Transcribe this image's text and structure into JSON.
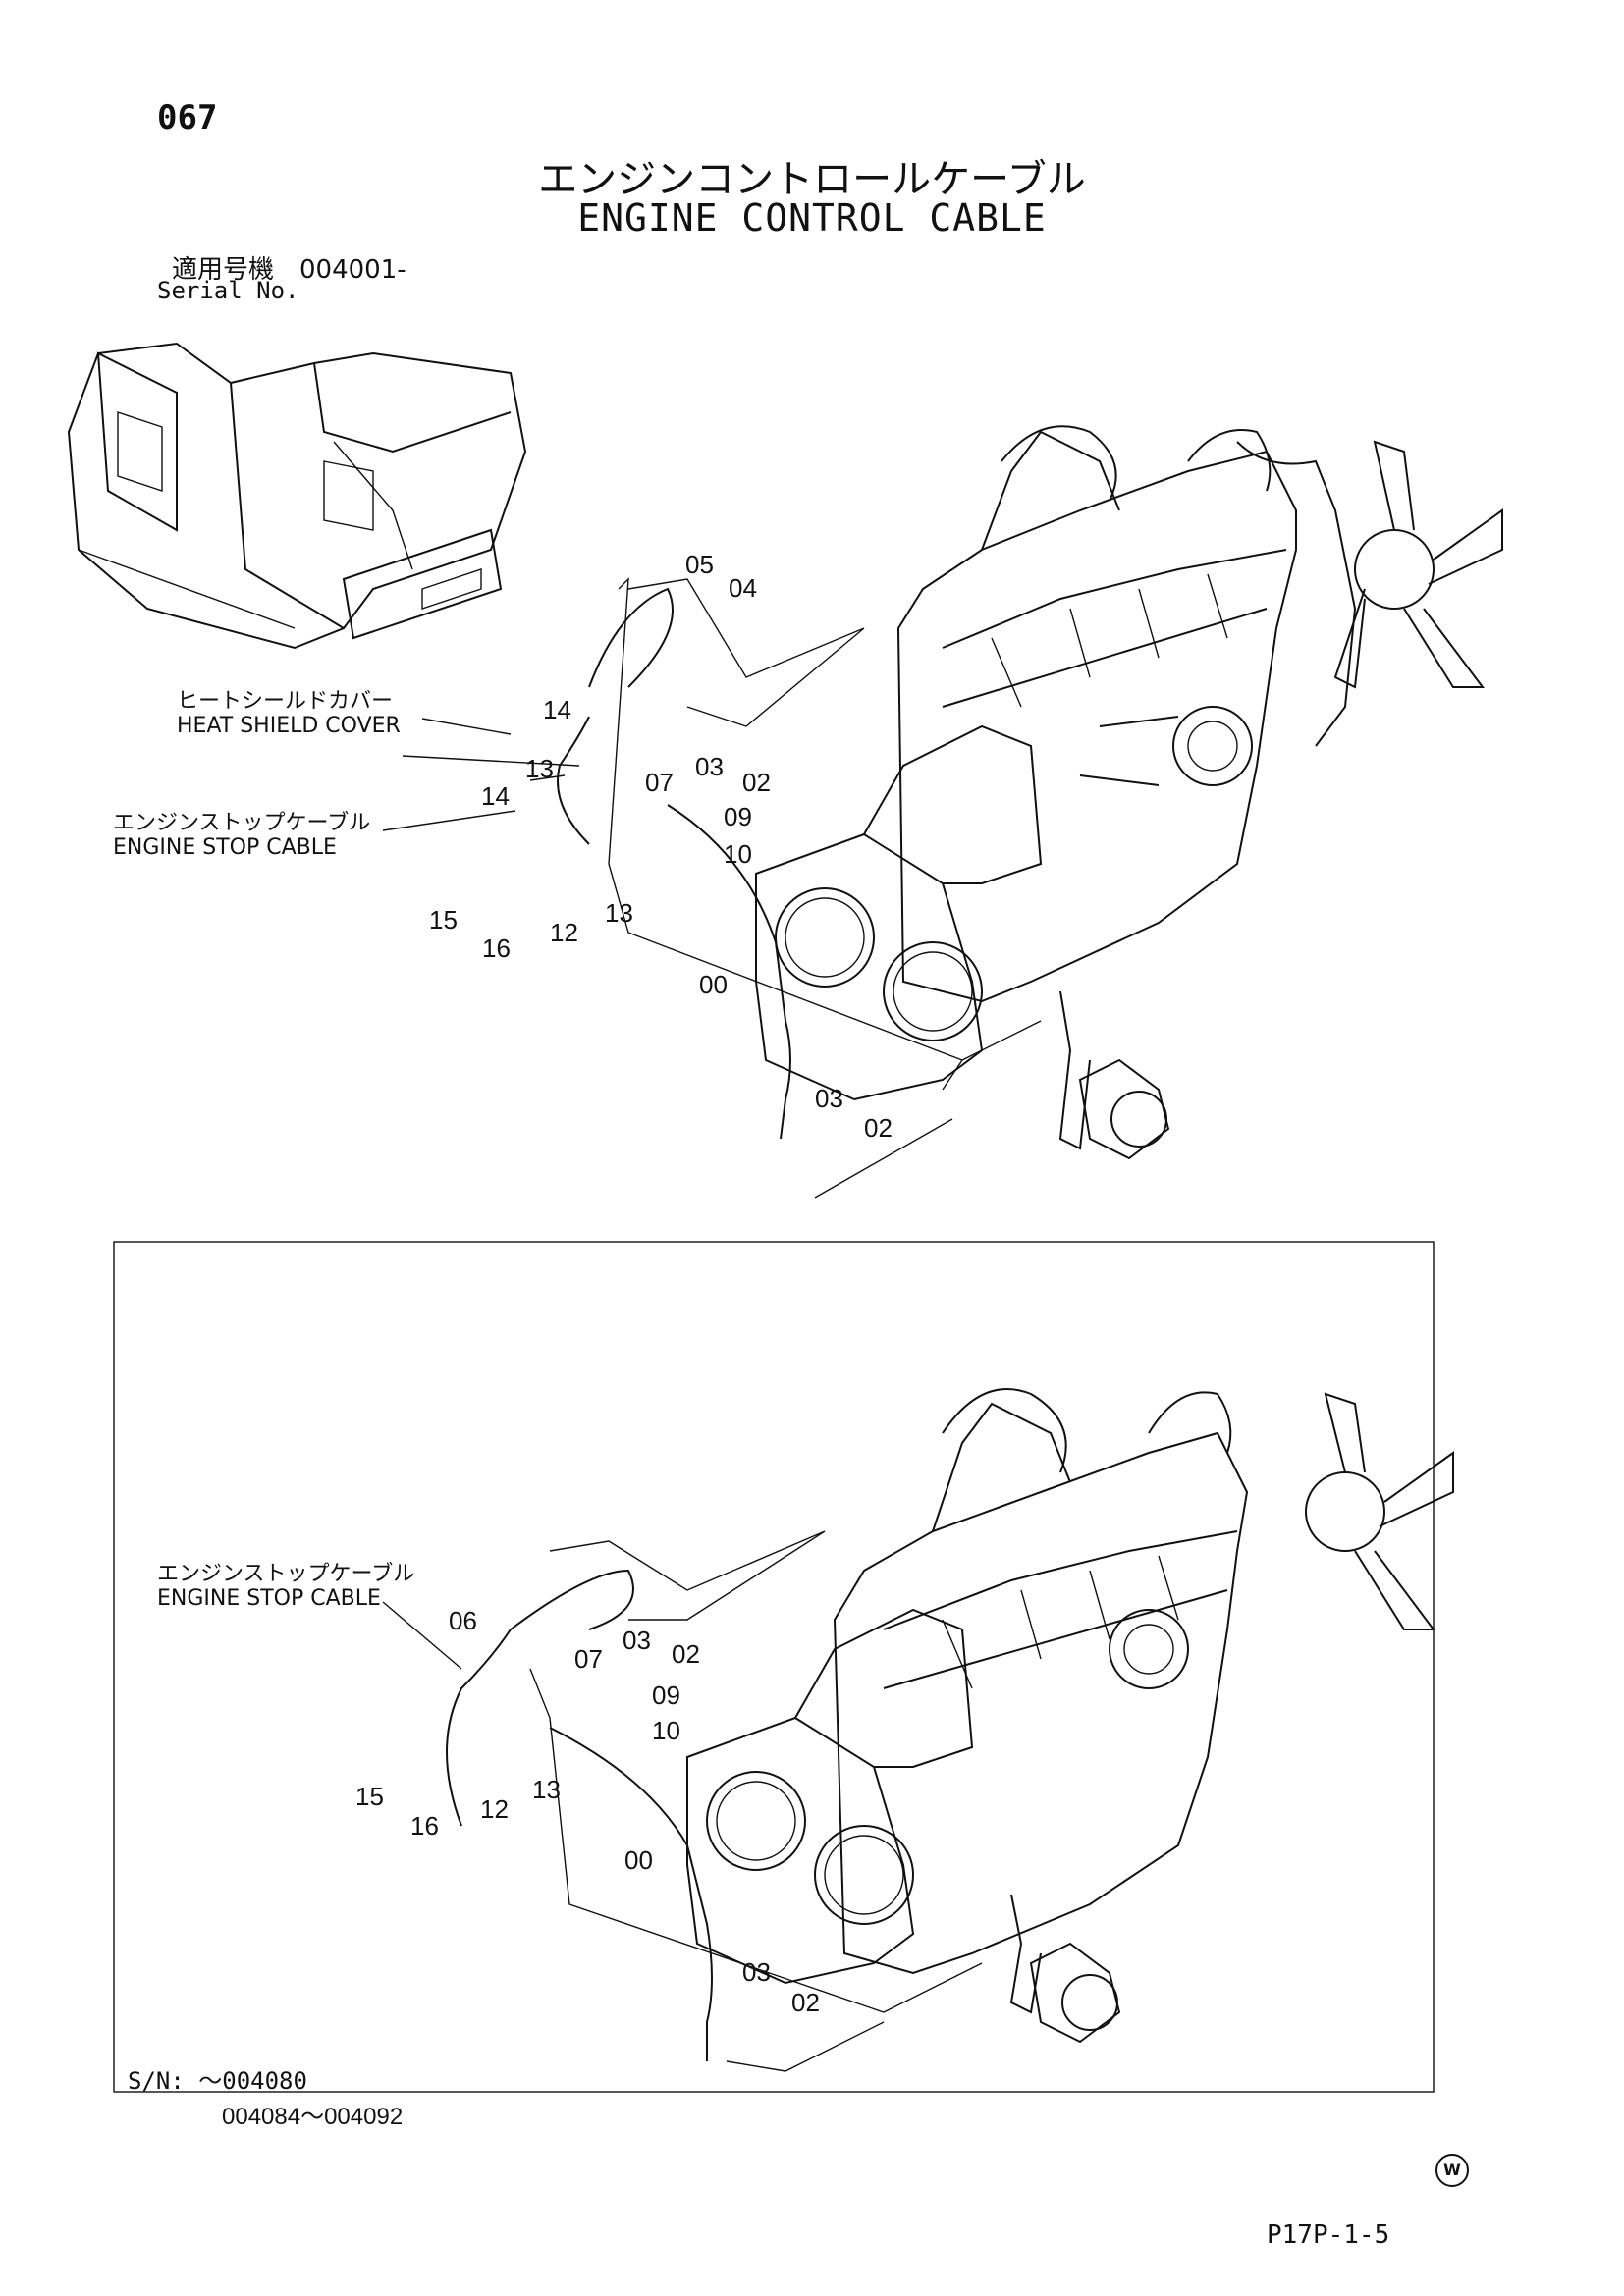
{
  "header": {
    "page_number": "067",
    "title_jp": "エンジンコントロールケーブル",
    "title_en": "ENGINE CONTROL CABLE",
    "serial_jp": "適用号機　004001-",
    "serial_label": "Serial No."
  },
  "diagram_top": {
    "heat_shield_jp": "ヒートシールドカバー",
    "heat_shield_en": "HEAT SHIELD COVER",
    "stop_cable_jp": "エンジンストップケーブル",
    "stop_cable_en": "ENGINE STOP CABLE",
    "parts": [
      "05",
      "04",
      "14",
      "13",
      "14",
      "03",
      "02",
      "07",
      "09",
      "10",
      "15",
      "16",
      "12",
      "13",
      "00",
      "03",
      "02"
    ]
  },
  "diagram_bottom": {
    "stop_cable_jp": "エンジンストップケーブル",
    "stop_cable_en": "ENGINE STOP CABLE",
    "parts": [
      "06",
      "03",
      "02",
      "07",
      "09",
      "10",
      "15",
      "16",
      "12",
      "13",
      "00",
      "03",
      "02"
    ],
    "sn_label": "S/N: ～004080",
    "sn_range2": "004084～004092"
  },
  "footer": {
    "watermark": "W",
    "page_code": "P17P-1-5"
  }
}
